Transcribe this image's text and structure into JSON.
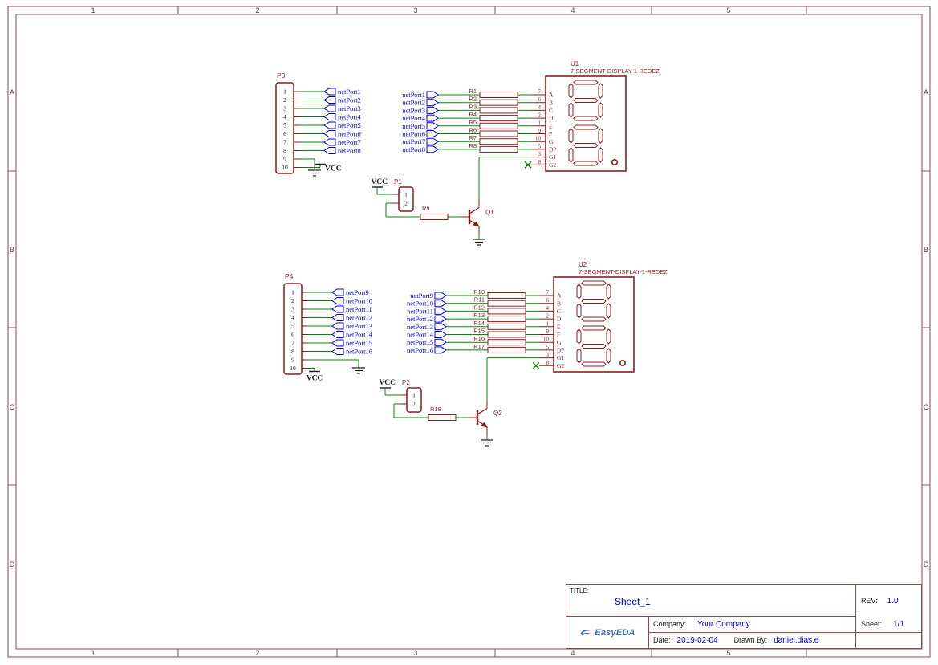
{
  "colors": {
    "frame": "#8a4a4a",
    "frame_text": "#5f4040",
    "symbol": "#8b1c1c",
    "wire": "#008800",
    "net": "#0000cc",
    "black": "#1a1a1a",
    "power": "#1a1a1a",
    "value_blue": "#0000cc",
    "logo_blue": "#3a74c2"
  },
  "frame": {
    "columns": [
      "1",
      "2",
      "3",
      "4",
      "5"
    ],
    "rows": [
      "A",
      "B",
      "C",
      "D"
    ]
  },
  "circuits": [
    {
      "connector": {
        "ref": "P3",
        "pins": [
          "1",
          "2",
          "3",
          "4",
          "5",
          "6",
          "7",
          "8",
          "9",
          "10"
        ]
      },
      "nets_a": [
        "netPort1",
        "netPort2",
        "netPort3",
        "netPort4",
        "netPort5",
        "netPort6",
        "netPort7",
        "netPort8"
      ],
      "nets_b": [
        "netPort1",
        "netPort2",
        "netPort3",
        "netPort4",
        "netPort5",
        "netPort6",
        "netPort7",
        "netPort8"
      ],
      "resistors": [
        "R1",
        "R2",
        "R3",
        "R4",
        "R5",
        "R6",
        "R7",
        "R8"
      ],
      "display": {
        "ref": "U1",
        "part": "7-SEGMENT-DISPLAY-1-REDEZ",
        "pin_numbers": [
          "7",
          "6",
          "4",
          "2",
          "1",
          "9",
          "10",
          "5",
          "3",
          "8"
        ],
        "pin_names": [
          "A",
          "B",
          "C",
          "D",
          "E",
          "F",
          "G",
          "DP",
          "G1",
          "G2"
        ]
      },
      "vcc_label": "VCC",
      "driver": {
        "conn_ref": "P1",
        "conn_pins": [
          "1",
          "2"
        ],
        "resistor": "R9",
        "transistor": "Q1"
      }
    },
    {
      "connector": {
        "ref": "P4",
        "pins": [
          "1",
          "2",
          "3",
          "4",
          "5",
          "6",
          "7",
          "8",
          "9",
          "10"
        ]
      },
      "nets_a": [
        "netPort9",
        "netPort10",
        "netPort11",
        "netPort12",
        "netPort13",
        "netPort14",
        "netPort15",
        "netPort16"
      ],
      "nets_b": [
        "netPort9",
        "netPort10",
        "netPort11",
        "netPort12",
        "netPort13",
        "netPort14",
        "netPort15",
        "netPort16"
      ],
      "resistors": [
        "R10",
        "R11",
        "R12",
        "R13",
        "R14",
        "R15",
        "R16",
        "R17"
      ],
      "display": {
        "ref": "U2",
        "part": "7-SEGMENT-DISPLAY-1-REDEZ",
        "pin_numbers": [
          "7",
          "6",
          "4",
          "2",
          "1",
          "9",
          "10",
          "5",
          "3",
          "8"
        ],
        "pin_names": [
          "A",
          "B",
          "C",
          "D",
          "E",
          "F",
          "G",
          "DP",
          "G1",
          "G2"
        ]
      },
      "vcc_label": "VCC",
      "driver": {
        "conn_ref": "P2",
        "conn_pins": [
          "1",
          "2"
        ],
        "resistor": "R18",
        "transistor": "Q2"
      }
    }
  ],
  "title_block": {
    "title_label": "TITLE:",
    "title": "Sheet_1",
    "rev_label": "REV:",
    "rev": "1.0",
    "logo": "EasyEDA",
    "company_label": "Company:",
    "company": "Your Company",
    "sheet_label": "Sheet:",
    "sheet": "1/1",
    "date_label": "Date:",
    "date": "2019-02-04",
    "drawn_label": "Drawn By:",
    "drawn_by": "daniel.dias.e"
  }
}
